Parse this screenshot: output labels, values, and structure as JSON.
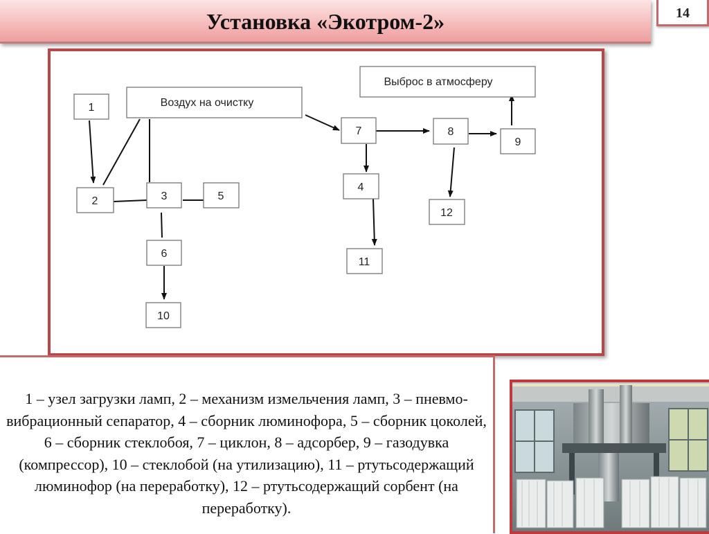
{
  "slide": {
    "title": "Установка «Экотром-2»",
    "page_number": "14"
  },
  "diagram": {
    "nodes": {
      "air": "Воздух на очистку",
      "exhaust": "Выброс в атмосферу",
      "n1": "1",
      "n2": "2",
      "n3": "3",
      "n4": "4",
      "n5": "5",
      "n6": "6",
      "n7": "7",
      "n8": "8",
      "n9": "9",
      "n10": "10",
      "n11": "11",
      "n12": "12"
    }
  },
  "legend": {
    "text": "1 – узел загрузки ламп, 2 – механизм измельчения ламп, 3 – пневмо-вибрационный сепаратор, 4 – сборник люминофора, 5 – сборник цоколей, 6 – сборник стеклобоя, 7 – циклон, 8 – адсорбер, 9 – газодувка (компрессор), 10 – стеклобой (на утилизацию), 11 – ртутьсодержащий люминофор (на переработку), 12 – ртутьсодержащий сорбент (на переработку)."
  },
  "photo": {
    "subject": "industrial-plant-photo"
  }
}
